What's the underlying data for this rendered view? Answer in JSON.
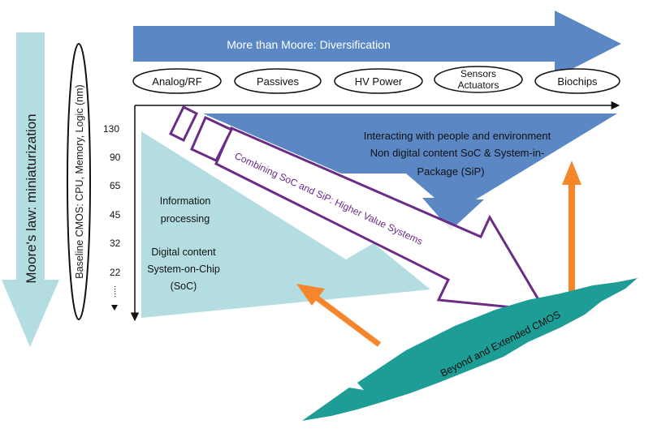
{
  "top_arrow": {
    "label": "More than Moore: Diversification"
  },
  "pills": [
    "Analog/RF",
    "Passives",
    "HV Power",
    "Sensors",
    "Actuators",
    "Biochips"
  ],
  "left_arrow": {
    "label": "Moore's law: miniaturization"
  },
  "baseline_oval": {
    "label": "Baseline CMOS: CPU, Memory, Logic (nm)"
  },
  "nodes": [
    "130",
    "90",
    "65",
    "45",
    "32",
    "22"
  ],
  "nodes_more": ".....",
  "blue_region": {
    "line1": "Interacting with people and environment",
    "line2": "Non digital content SoC & System-in-",
    "line3": "Package (SiP)"
  },
  "teal_region": {
    "line1": "Information",
    "line2": "processing",
    "line3": "Digital content",
    "line4": "System-on-Chip",
    "line5": "(SoC)"
  },
  "purple_arrow": {
    "label": "Combining SoC and SiP: Higher Value Systems"
  },
  "beyond_cmos": {
    "label": "Beyond and Extended CMOS"
  },
  "colors": {
    "blue_arrow": "#5b87c5",
    "light_teal": "#b3dde0",
    "purple": "#6a2c86",
    "orange": "#f6862c",
    "cmos_teal": "#1e9c96",
    "pill_blue_text": "#ffffff"
  }
}
